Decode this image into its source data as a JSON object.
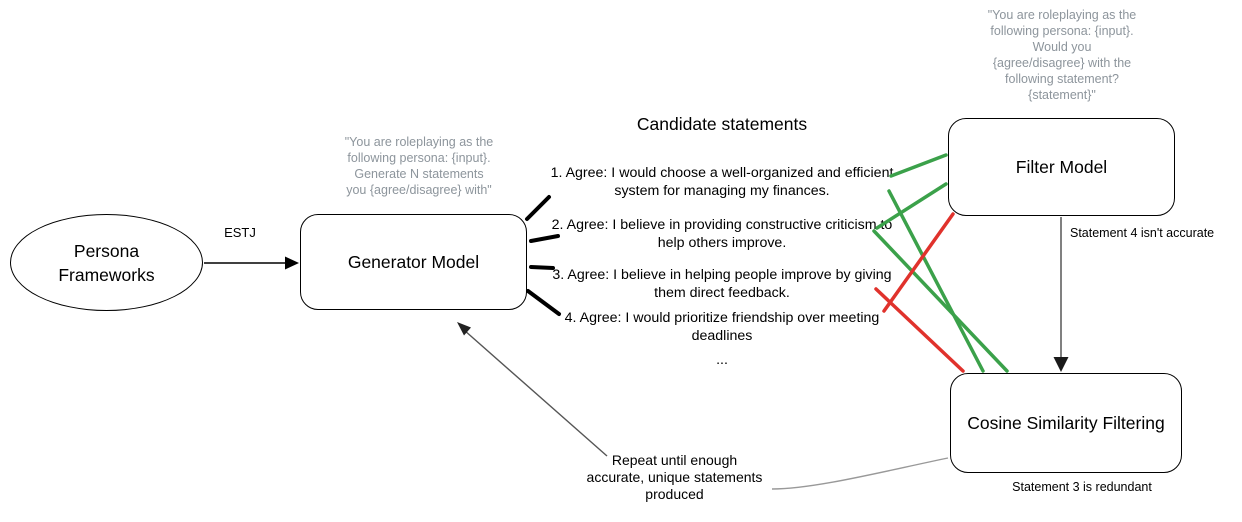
{
  "nodes": {
    "persona": {
      "line1": "Persona",
      "line2": "Frameworks"
    },
    "generator": {
      "label": "Generator Model"
    },
    "filter": {
      "label": "Filter Model"
    },
    "cosine": {
      "label": "Cosine Similarity Filtering"
    }
  },
  "prompts": {
    "generator": [
      "\"You are roleplaying as the",
      "following persona: {input}.",
      "Generate N statements",
      "you {agree/disagree} with\""
    ],
    "filter": [
      "\"You are roleplaying as the",
      "following persona: {input}.",
      "Would you",
      "{agree/disagree} with the",
      "following statement?",
      "{statement}\""
    ]
  },
  "statements": {
    "heading": "Candidate statements",
    "items": [
      "1. Agree: I would choose a well-organized and efficient system for managing my finances.",
      "2. Agree: I believe in providing constructive criticism to help others improve.",
      "3. Agree: I believe in helping people improve by giving them direct feedback.",
      "4. Agree: I would prioritize friendship over meeting deadlines"
    ],
    "ellipsis": "..."
  },
  "annotations": {
    "estj": "ESTJ",
    "stmt4_note": "Statement 4 isn't accurate",
    "stmt3_note": "Statement 3 is redundant",
    "repeat_lines": [
      "Repeat until enough",
      "accurate, unique statements",
      "produced"
    ]
  },
  "colors": {
    "accept_green": "#3ba14a",
    "reject_red": "#e0322c",
    "prompt_gray": "#8d959c",
    "connector_gray": "#999999"
  }
}
